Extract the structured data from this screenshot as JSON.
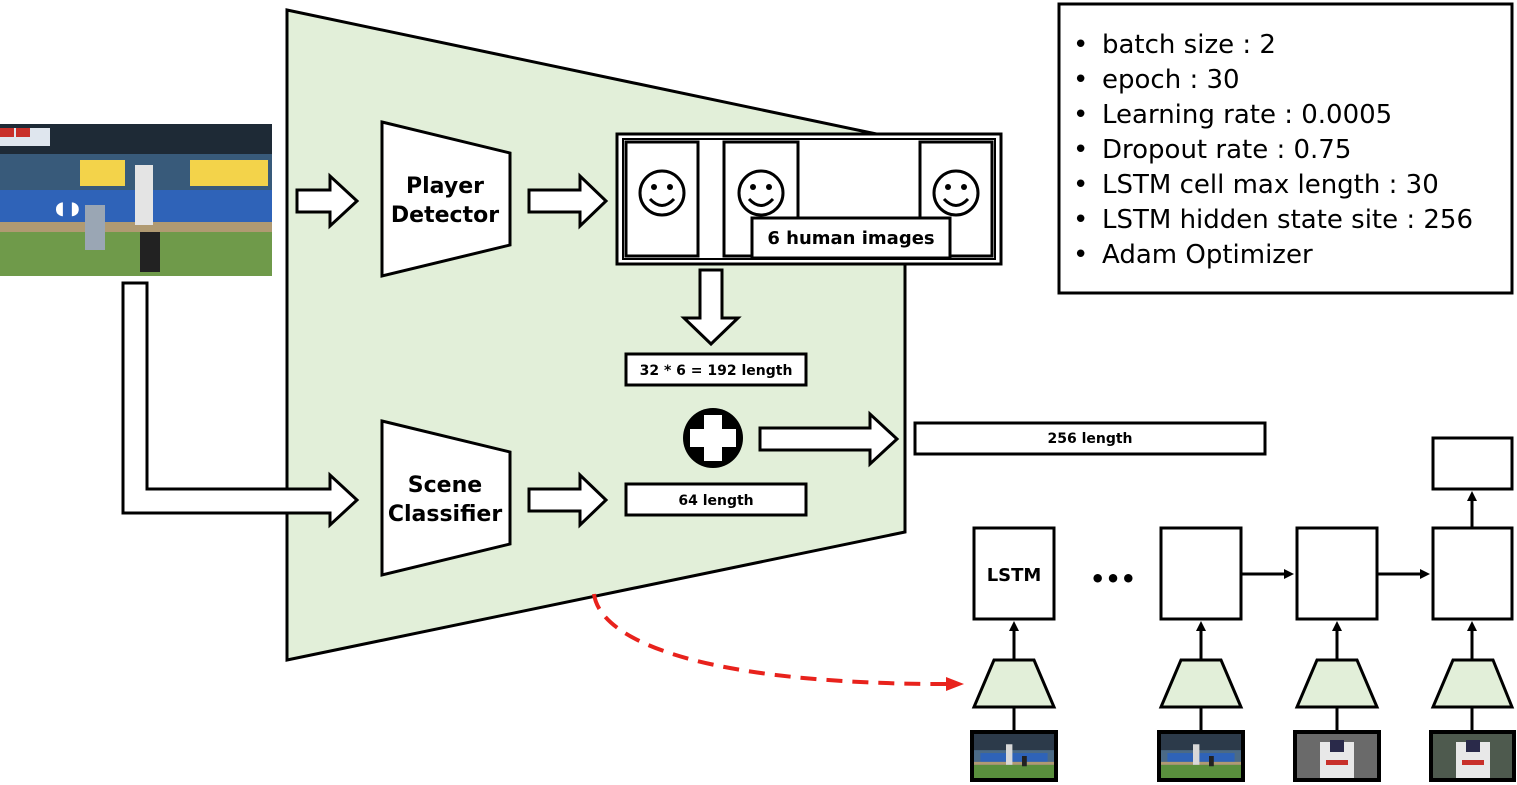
{
  "modules": {
    "player_detector": [
      "Player",
      "Detector"
    ],
    "scene_classifier": [
      "Scene",
      "Classifier"
    ],
    "lstm": "LSTM"
  },
  "labels": {
    "human_images": "6 human images",
    "player_feature": "32 * 6 = 192 length",
    "scene_feature": "64 length",
    "concat_feature": "256 length",
    "ellipsis": "•••"
  },
  "hyperparameters": [
    "batch size : 2",
    "epoch : 30",
    "Learning rate : 0.0005",
    "Dropout rate : 0.75",
    "LSTM cell max length : 30",
    "LSTM hidden state site : 256",
    "Adam Optimizer"
  ],
  "icons": {
    "face": "smiley-face-icon",
    "plus": "circled-plus-icon",
    "video_frame": "baseball-frame-icon"
  },
  "colors": {
    "extractor_fill": "#e2efd9",
    "dashed_arrow": "#e8221c",
    "stroke": "#000000"
  }
}
